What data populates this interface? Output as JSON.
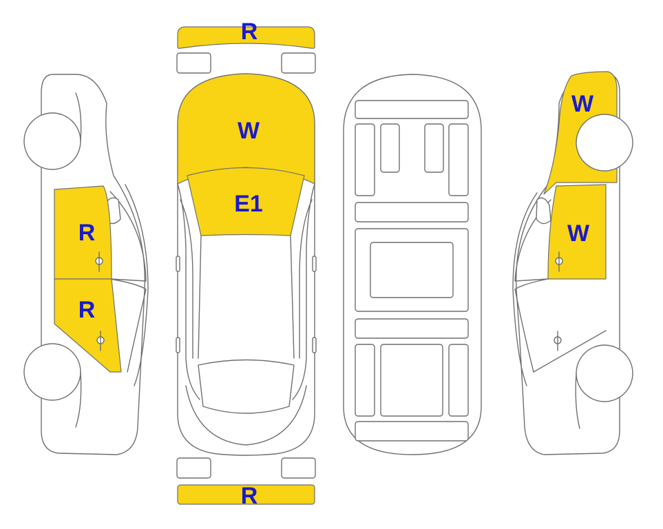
{
  "colors": {
    "damage_fill": "#f8d414",
    "code_text": "#1a1acc",
    "outline": "#6f6f6f"
  },
  "zones": {
    "front_bumper": "R",
    "hood": "W",
    "windshield": "E1",
    "rear_bumper": "R",
    "left_front_door": "R",
    "left_rear_door": "R",
    "right_front_fender": "W",
    "right_front_door": "W"
  }
}
